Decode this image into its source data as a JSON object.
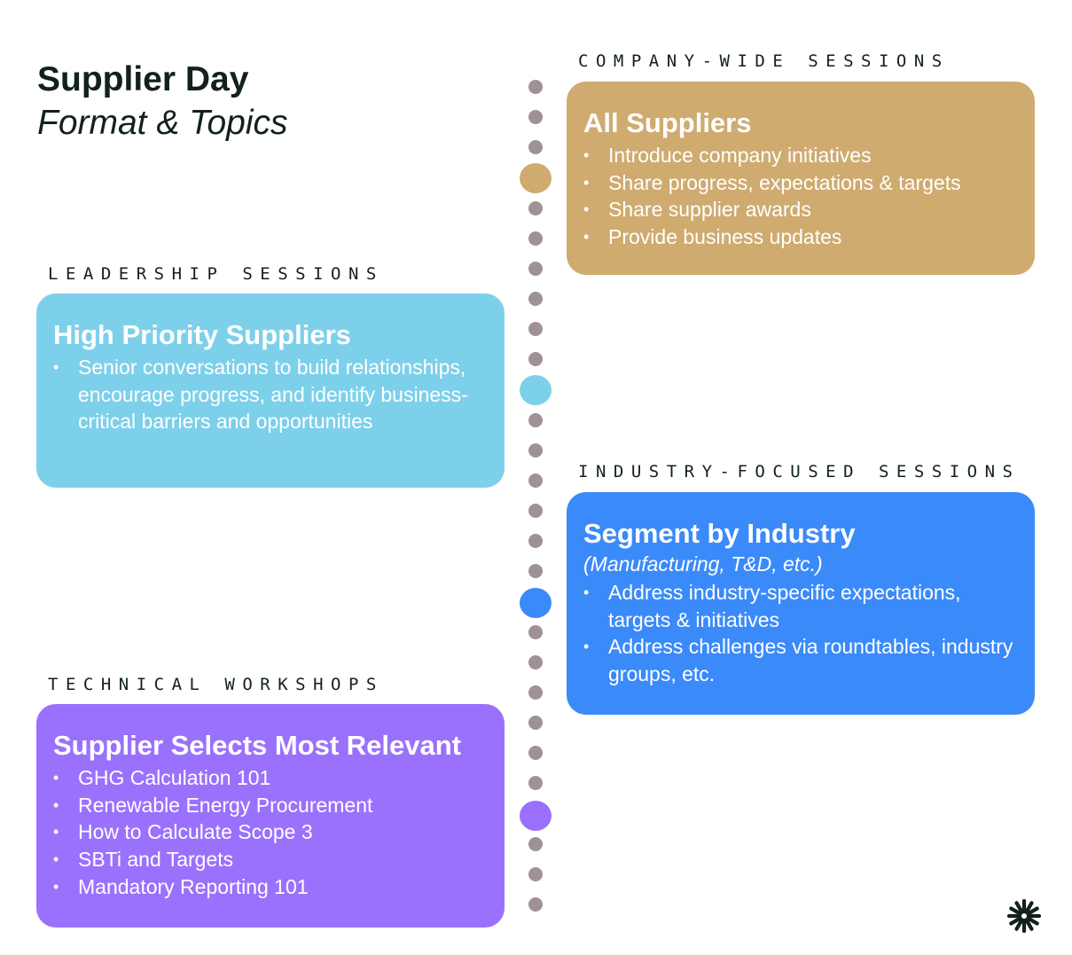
{
  "header": {
    "title": "Supplier Day",
    "subtitle": "Format  & Topics"
  },
  "sections": [
    {
      "id": "company",
      "label": "COMPANY-WIDE SESSIONS",
      "color": "#CFAB70",
      "heading": "All Suppliers",
      "subheading": "",
      "items": [
        "Introduce company initiatives",
        "Share progress, expectations & targets",
        "Share supplier awards",
        "Provide business updates"
      ]
    },
    {
      "id": "leadership",
      "label": "LEADERSHIP SESSIONS",
      "color": "#7DD0EA",
      "heading": "High Priority Suppliers",
      "subheading": "",
      "items": [
        "Senior conversations to build relationships, encourage progress, and identify business-critical barriers and opportunities"
      ]
    },
    {
      "id": "industry",
      "label": "INDUSTRY-FOCUSED SESSIONS",
      "color": "#3B8AF9",
      "heading": "Segment by Industry",
      "subheading": "(Manufacturing, T&D, etc.)",
      "items": [
        "Address industry-specific expectations, targets & initiatives",
        "Address challenges via roundtables, industry groups, etc."
      ]
    },
    {
      "id": "technical",
      "label": "TECHNICAL WORKSHOPS",
      "color": "#9A71FC",
      "heading": "Supplier Selects Most Relevant",
      "subheading": "",
      "items": [
        "GHG Calculation 101",
        "Renewable Energy Procurement",
        "How to Calculate Scope 3",
        "SBTi and Targets",
        "Mandatory Reporting 101"
      ]
    }
  ],
  "timeline": {
    "dot_color": "#9F9294",
    "icon": "timeline-dots"
  },
  "logo": {
    "icon": "starburst-logo",
    "color": "#12211d"
  }
}
